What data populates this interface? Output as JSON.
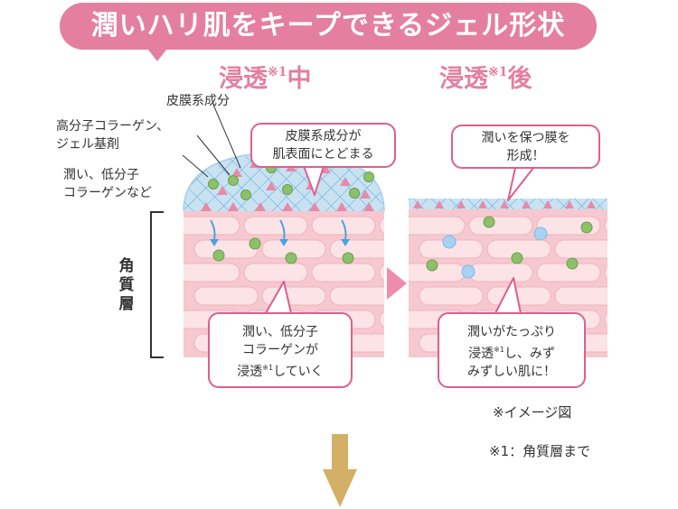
{
  "banner": {
    "text": "潤いハリ肌をキープできるジェル形状"
  },
  "stages": [
    {
      "title_pre": "浸透",
      "title_mark": "※1",
      "title_post": "中"
    },
    {
      "title_pre": "浸透",
      "title_mark": "※1",
      "title_post": "後"
    }
  ],
  "left_labels": {
    "membrane": "皮膜系成分",
    "high_collagen_1": "高分子コラーゲン、",
    "high_collagen_2": "ジェル基剤",
    "low_collagen_1": "潤い、低分子",
    "low_collagen_2": "コラーゲンなど"
  },
  "axis_label": [
    "角",
    "質",
    "層"
  ],
  "bubbles": {
    "stays_1": "皮膜系成分が",
    "stays_2": "肌表面にとどまる",
    "penetrate_1": "潤い、低分子",
    "penetrate_2": "コラーゲンが",
    "penetrate_3_pre": "浸透",
    "penetrate_3_mark": "※1",
    "penetrate_3_post": "していく",
    "keep_1": "潤いを保つ膜を",
    "keep_2": "形成！",
    "moist_1": "潤いがたっぷり",
    "moist_2_pre": "浸透",
    "moist_2_mark": "※1",
    "moist_2_post": "し、みず",
    "moist_3": "みずしい肌に！"
  },
  "notes": {
    "image_note": "※イメージ図",
    "footnote": "※1：角質層まで"
  },
  "colors": {
    "accent_pink": "#e47f9f",
    "bubble_border": "#de5f8c",
    "skin_pink": "#f6c8cf",
    "gel_blue": "#c8e2f2",
    "green_particle": "#8dc06a",
    "blue_particle": "#8fc4ee",
    "down_arrow": "#d4b066",
    "side_arrow": "#f08cab"
  }
}
